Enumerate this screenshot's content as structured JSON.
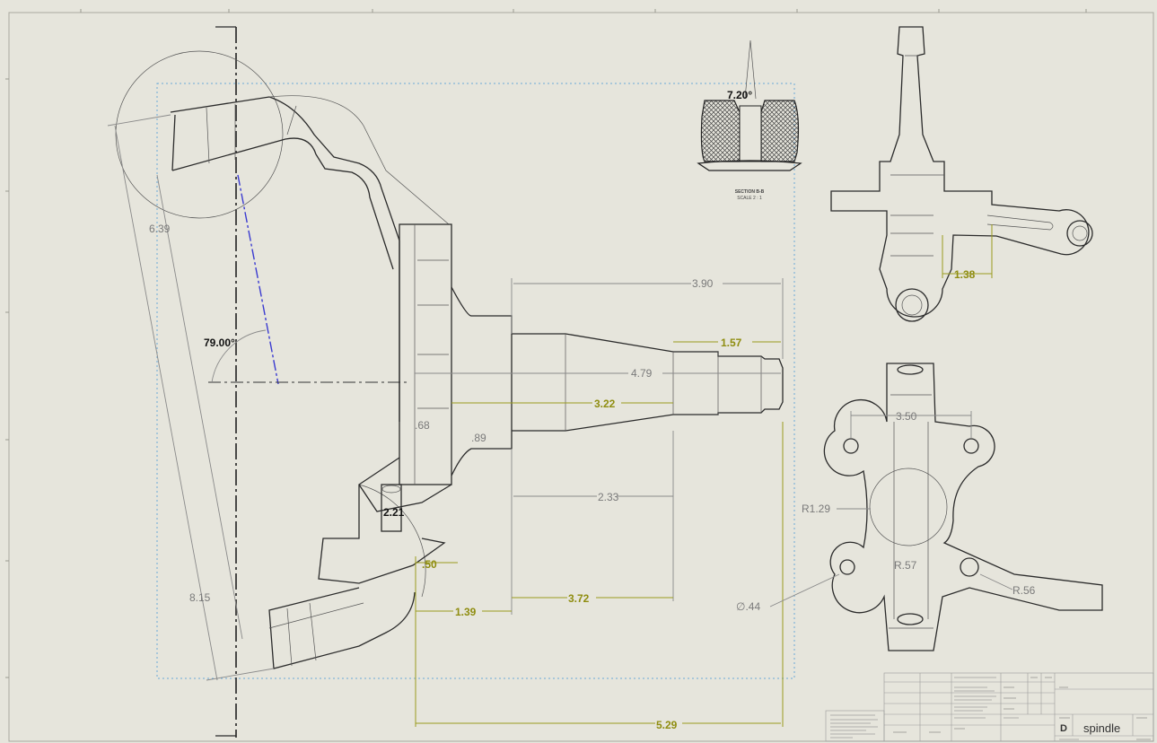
{
  "drawing": {
    "part_name": "spindle",
    "sheet_size": "D",
    "section_label": "SECTION B-B",
    "section_scale": "SCALE 2 : 1"
  },
  "dimensions": {
    "main_view": {
      "d_6_39": "6.39",
      "d_angle": "79.00°",
      "d_8_15": "8.15",
      "d_3_90": "3.90",
      "d_1_57": "1.57",
      "d_4_79": "4.79",
      "d_3_22": "3.22",
      "d_68": ".68",
      "d_89": ".89",
      "d_2_33": "2.33",
      "d_2_21": "2.21",
      "d_50": ".50",
      "d_3_72": "3.72",
      "d_1_39": "1.39",
      "d_5_29": "5.29"
    },
    "section_view": {
      "angle": "7.20°"
    },
    "top_right_view": {
      "d_1_38": "1.38"
    },
    "bottom_right_view": {
      "d_3_50": "3.50",
      "r_1_29": "R1.29",
      "r_57": "R.57",
      "r_56": "R.56",
      "dia_44": "∅.44"
    }
  },
  "title_block": {
    "size": "D",
    "title": "spindle"
  },
  "colors": {
    "sheet": "#e6e5dc",
    "geometry": "#2b2b2b",
    "dim_gray": "#7a7a7a",
    "dim_yellow": "#8f8d10",
    "view_box": "#6aa9d8",
    "axis_blue": "#3a3ad0"
  }
}
